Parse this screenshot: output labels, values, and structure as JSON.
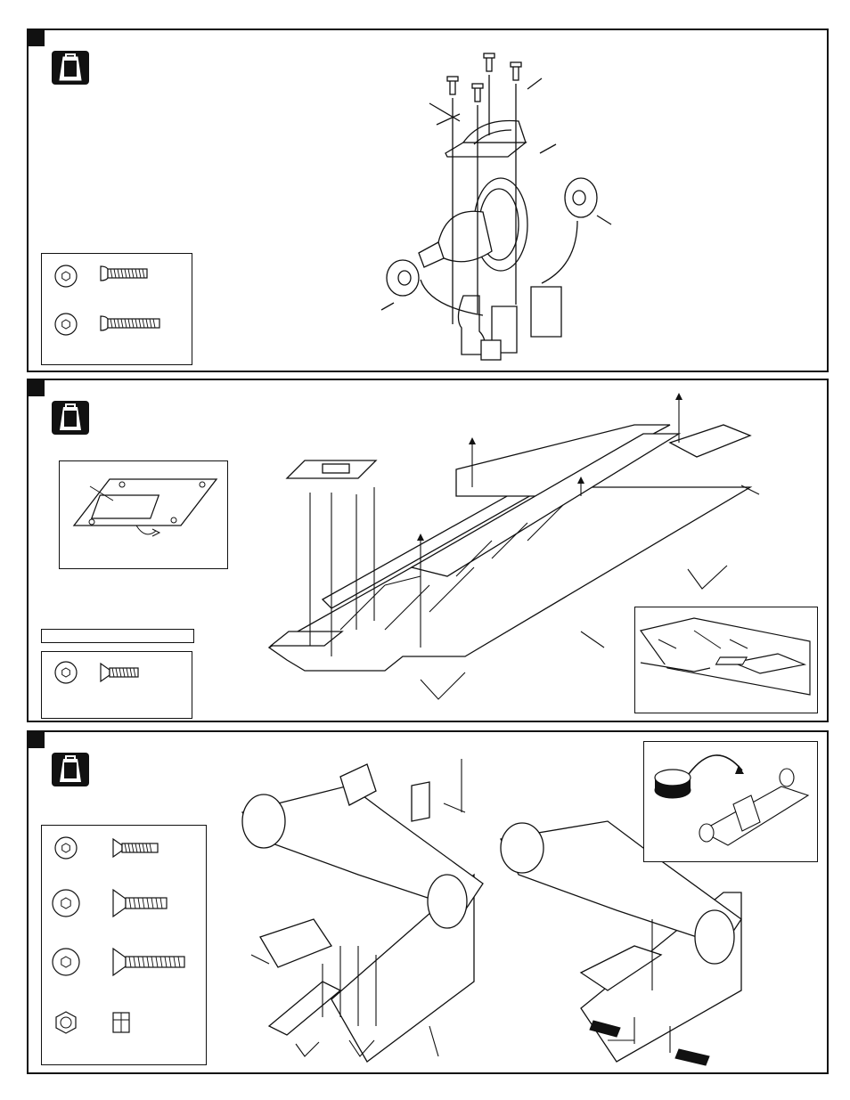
{
  "document": {
    "type": "assembly-instructions",
    "steps": [
      {
        "id": "step-1",
        "subject": "center-differential-mount-assembly",
        "icons": [
          "parts-bag-icon"
        ],
        "hardware": [
          "button-head-screw-short",
          "button-head-screw-long"
        ]
      },
      {
        "id": "step-2",
        "subject": "chassis-tray-and-plate-install",
        "icons": [
          "parts-bag-icon"
        ],
        "hardware": [
          "flat-head-screw"
        ],
        "hardware_label": ""
      },
      {
        "id": "step-3",
        "subject": "front-suspension-to-chassis-install",
        "icons": [
          "parts-bag-icon",
          "thread-lock-icon"
        ],
        "hardware": [
          "flat-head-screw-short",
          "flat-head-screw-medium",
          "flat-head-screw-long",
          "lock-nut"
        ]
      }
    ]
  },
  "colors": {
    "line": "#111111",
    "background": "#ffffff",
    "tab": "#111111"
  }
}
